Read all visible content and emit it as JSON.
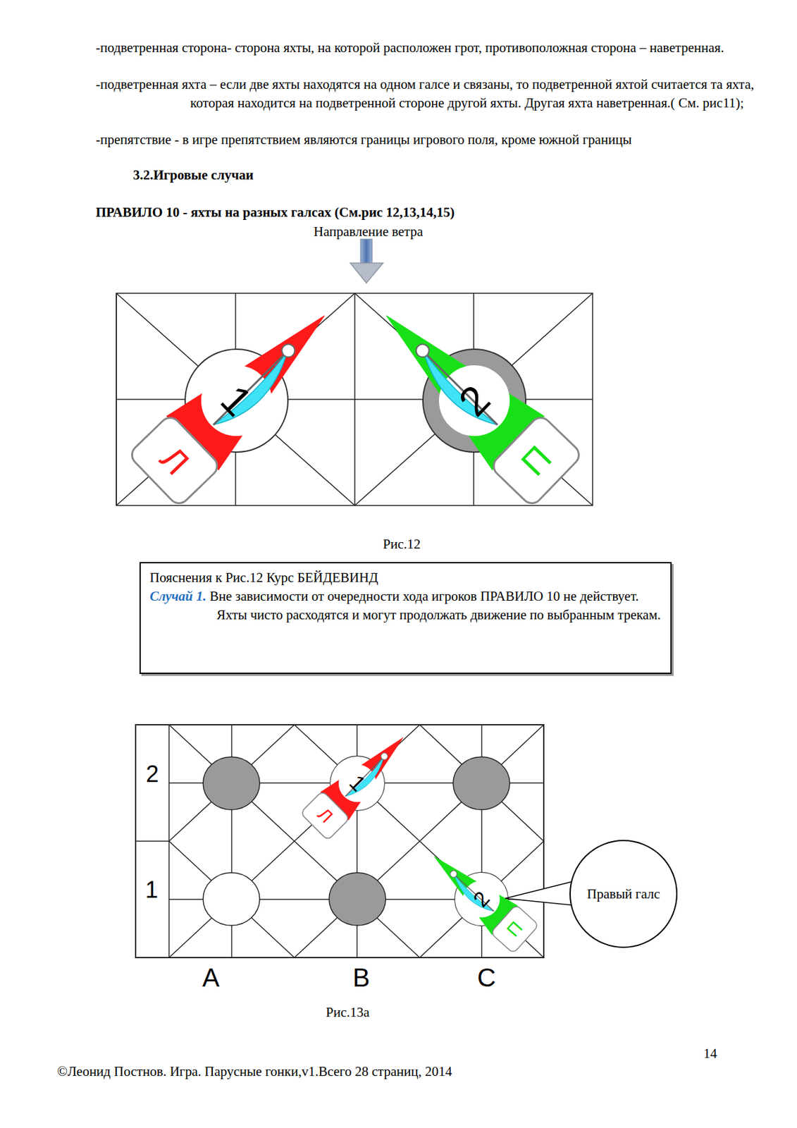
{
  "diagram": {
    "nodes": [
      {
        "text": [
          "Пояснения к Рис.12 Курс БЕЙДЕВИНД",
          "Случай 1.",
          "Вне зависимости от очередности хода игроков ПРАВИЛО 10 не действует.",
          "Яхты чисто расходятся и могут продолжать движение по выбранным трекам."
        ]
      },
      {
        "text": [
          "Правый галс"
        ]
      }
    ],
    "labels": [
      "-подветренная сторона- сторона яхты, на которой расположен грот, противоположная сторона – наветренная.",
      "-подветренная яхта – если две яхты находятся на одном галсе и связаны, то подветренной яхтой считается та яхта, которая находится на подветренной стороне другой яхты. Другая яхта наветренная.( См. рис11);",
      "-препятствие - в игре препятствием являются границы игрового поля, кроме южной границы",
      "3.2.Игровые случаи",
      "ПРАВИЛО 10 - яхты на разных галсах (См.рис 12,13,14,15)",
      "Направление ветра",
      "1",
      "Л",
      "2",
      "П",
      "Рис.12",
      "2",
      "1",
      "1",
      "Л",
      "2",
      "П",
      "A",
      "B",
      "C",
      "Рис.13а",
      "14",
      "©Леонид Постнов. Игра. Парусные гонки,v1.Всего 28 страниц, 2014"
    ]
  }
}
